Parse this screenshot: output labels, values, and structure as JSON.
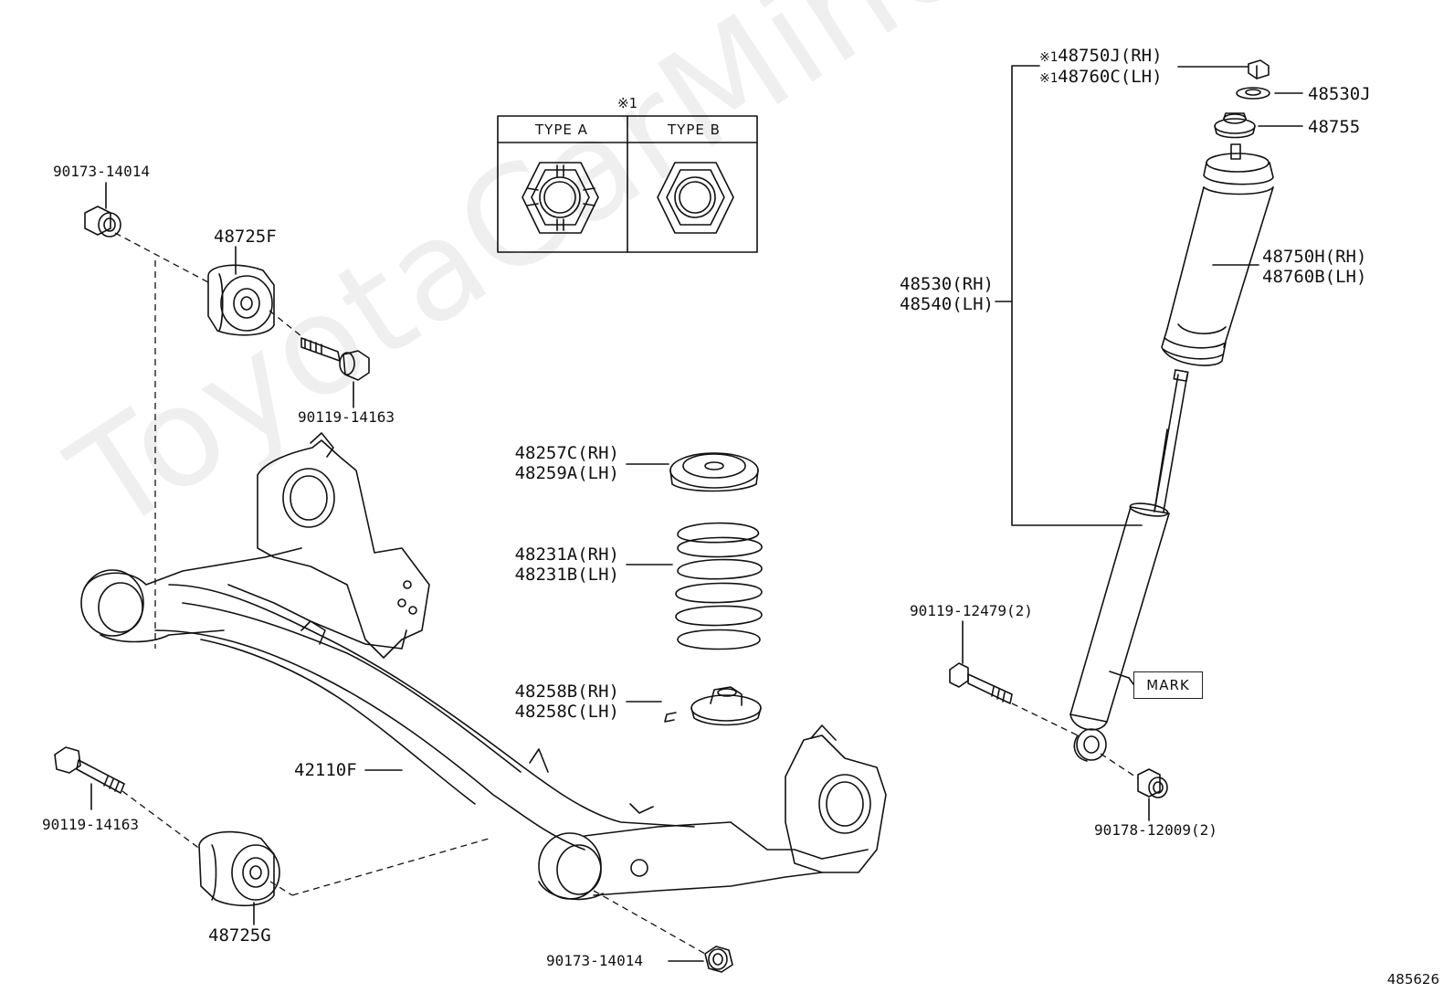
{
  "watermark": "ToyotaCarMine.ru",
  "note_symbol": "※1",
  "type_table": {
    "note": "※1",
    "type_a": "TYPE A",
    "type_b": "TYPE B"
  },
  "mark_label": "MARK",
  "ref_number": "485626",
  "parts": {
    "nut_top_left": "90173-14014",
    "bushing_top": "48725F",
    "bolt_top": "90119-14163",
    "bolt_bottom_left": "90119-14163",
    "bushing_bottom": "48725G",
    "axle_beam": "42110F",
    "nut_bottom": "90173-14014",
    "upper_seat_rh": "48257C(RH)",
    "upper_seat_lh": "48259A(LH)",
    "spring_rh": "48231A(RH)",
    "spring_lh": "48231B(LH)",
    "lower_seat_rh": "48258B(RH)",
    "lower_seat_lh": "48258C(LH)",
    "absorber_nut_rh_prefix": "※1",
    "absorber_nut_rh": "48750J(RH)",
    "absorber_nut_lh_prefix": "※1",
    "absorber_nut_lh": "48760C(LH)",
    "washer": "48530J",
    "cushion": "48755",
    "shock_assy_rh": "48530(RH)",
    "shock_assy_lh": "48540(LH)",
    "boot_rh": "48750H(RH)",
    "boot_lh": "48760B(LH)",
    "shock_bolt": "90119-12479(2)",
    "shock_nut": "90178-12009(2)"
  }
}
